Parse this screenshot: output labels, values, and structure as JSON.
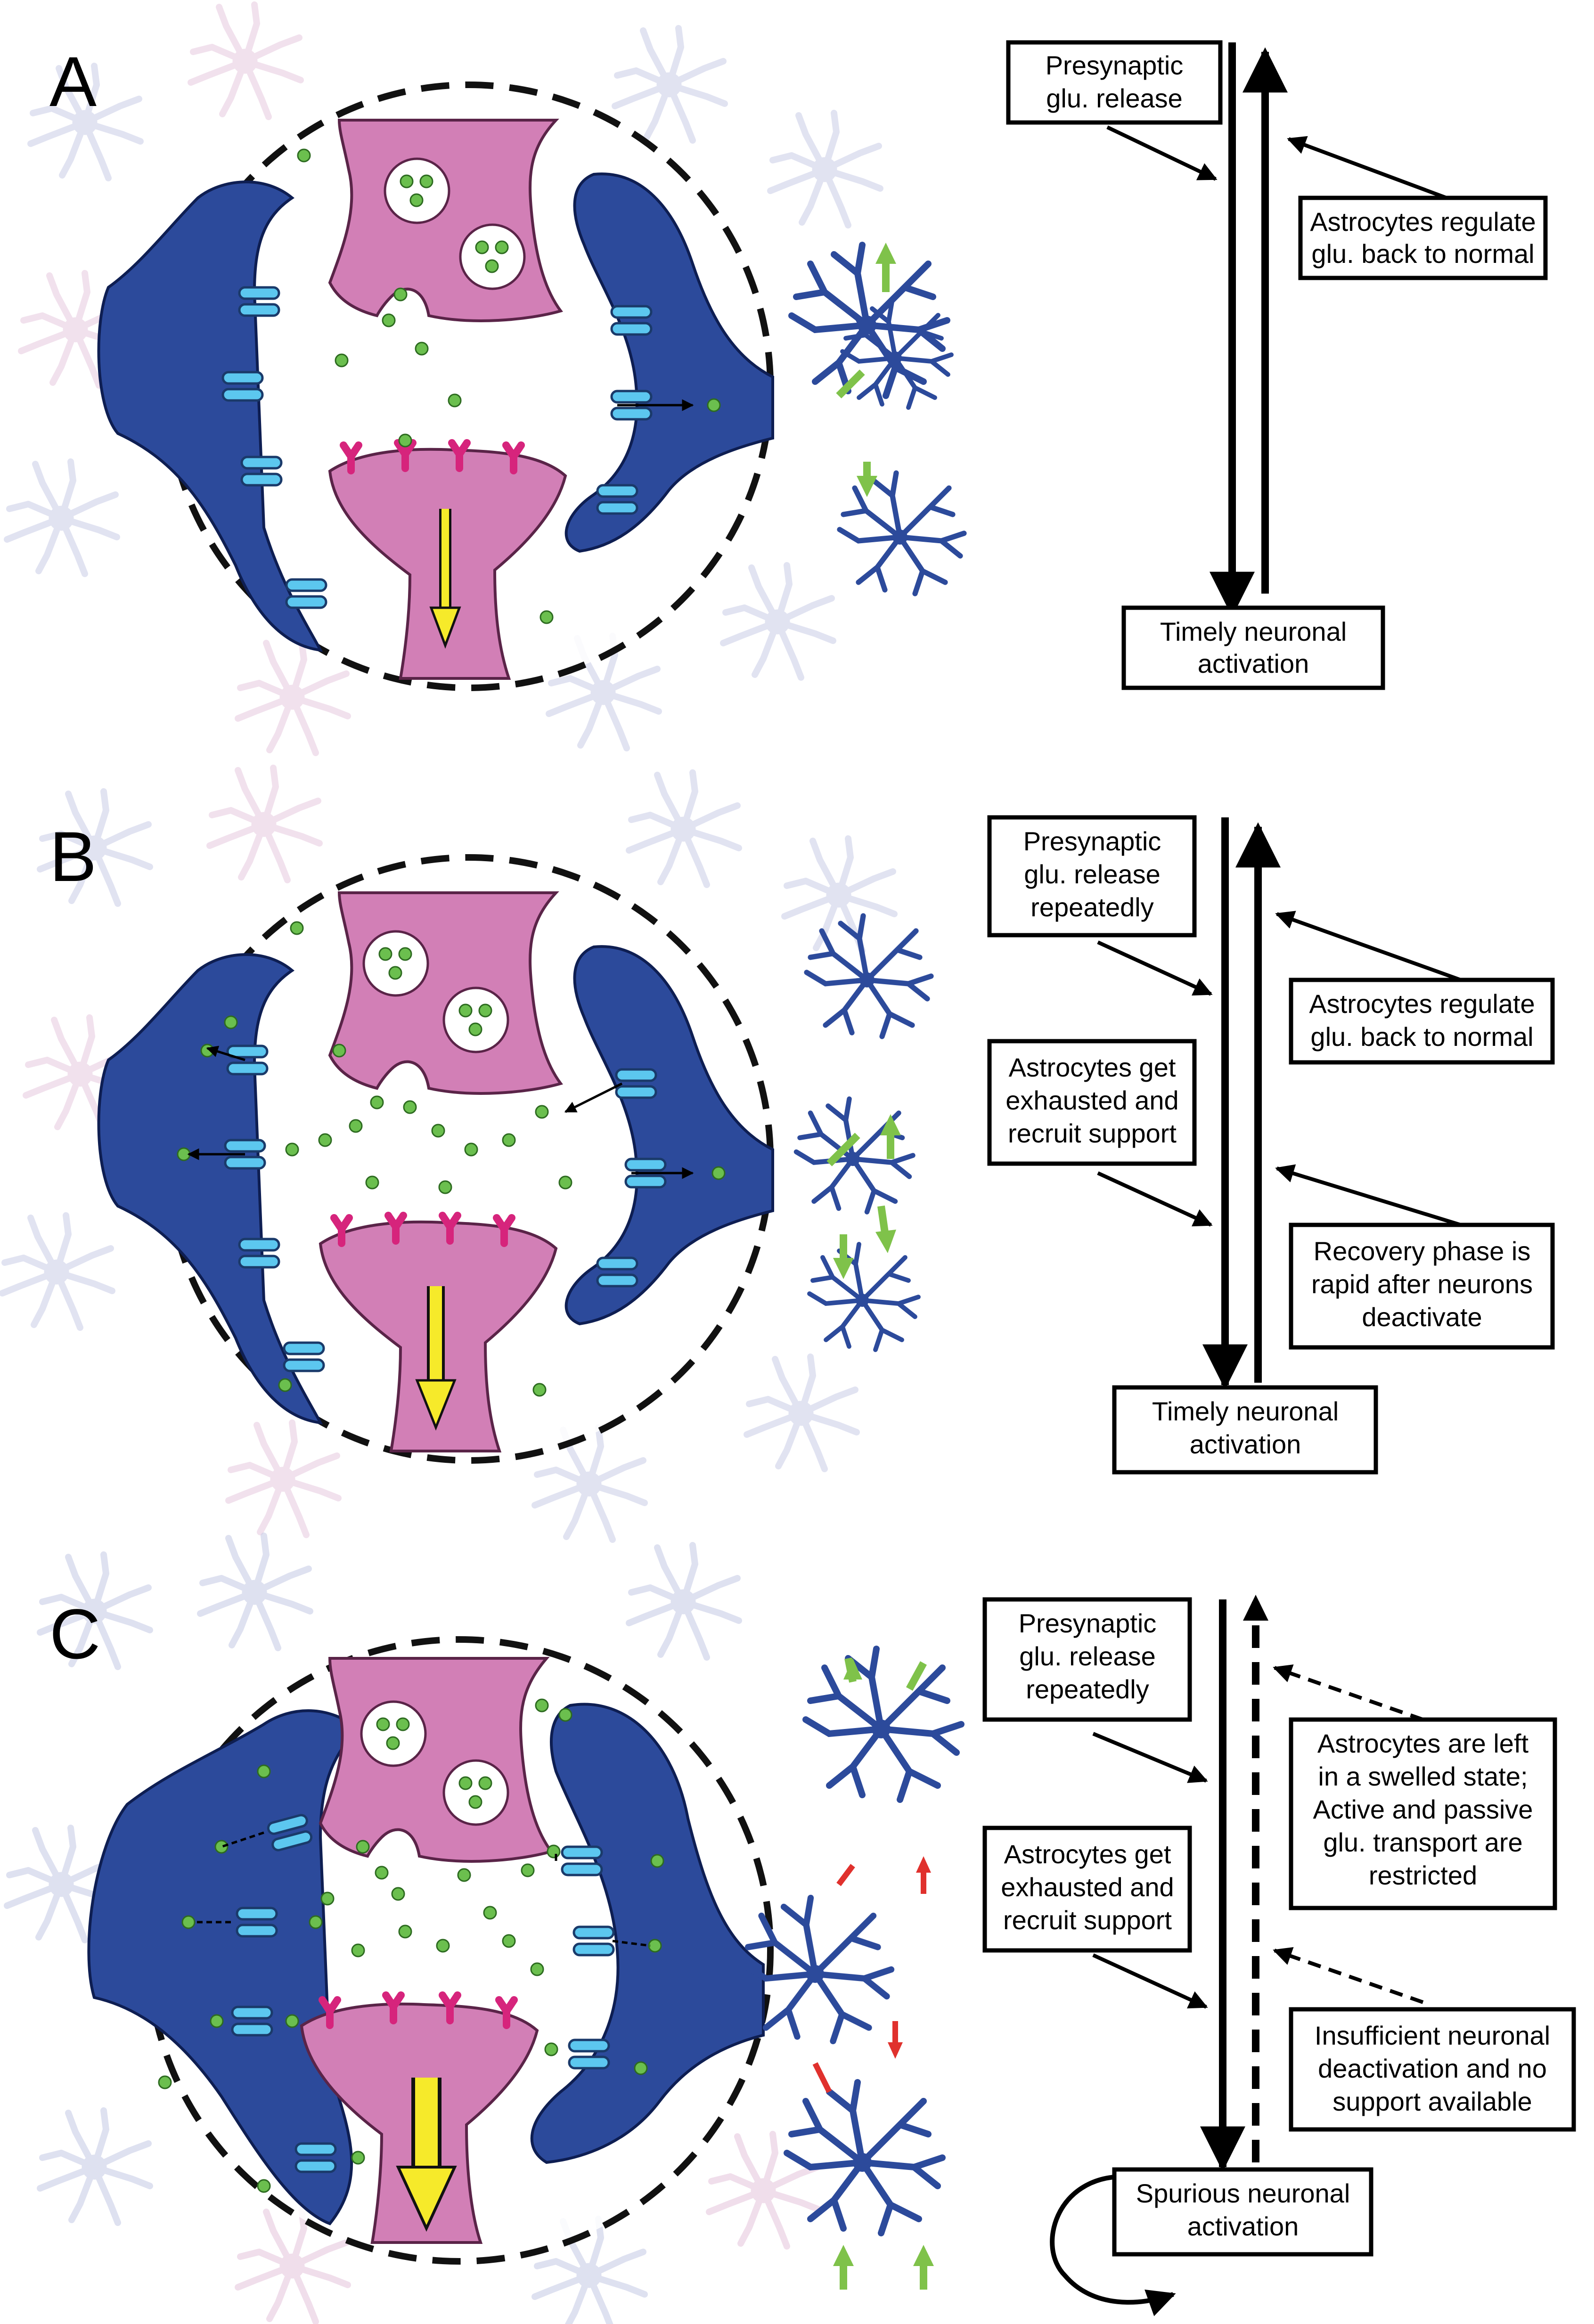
{
  "panels": [
    {
      "letter": "A",
      "state": "normal",
      "labels": {
        "top": [
          "Presynaptic",
          "glu. release"
        ],
        "upper_right": [
          "Astrocytes regulate",
          "glu. back to normal"
        ],
        "bottom": [
          "Timely neuronal",
          "activation"
        ]
      }
    },
    {
      "letter": "B",
      "state": "repeated",
      "labels": {
        "top": [
          "Presynaptic",
          "glu. release",
          "repeatedly"
        ],
        "middle_left": [
          "Astrocytes get",
          "exhausted and",
          "recruit support"
        ],
        "upper_right": [
          "Astrocytes regulate",
          "glu. back to normal"
        ],
        "lower_right": [
          "Recovery phase is",
          "rapid after neurons",
          "deactivate"
        ],
        "bottom": [
          "Timely neuronal",
          "activation"
        ]
      }
    },
    {
      "letter": "C",
      "state": "pathological",
      "labels": {
        "top": [
          "Presynaptic",
          "glu. release",
          "repeatedly"
        ],
        "middle_left": [
          "Astrocytes get",
          "exhausted and",
          "recruit support"
        ],
        "upper_right": [
          "Astrocytes are left",
          "in a swelled state;",
          "Active and passive",
          "glu. transport are",
          "restricted"
        ],
        "lower_right": [
          "Insufficient neuronal",
          "deactivation and no",
          "support available"
        ],
        "bottom": [
          "Spurious neuronal",
          "activation"
        ]
      }
    }
  ],
  "colors": {
    "presynaptic_neuron": "#d27fb6",
    "astrocyte": "#2c4a9b",
    "transporter": "#5cc7ef",
    "receptor": "#d6247c",
    "glutamate": "#6bbf4e",
    "signal_arrow": "#f6ea2a",
    "up_arrow": "#7fc24a",
    "alert_arrow": "#e0312d",
    "background_astrocytes": "#c9cde6"
  }
}
